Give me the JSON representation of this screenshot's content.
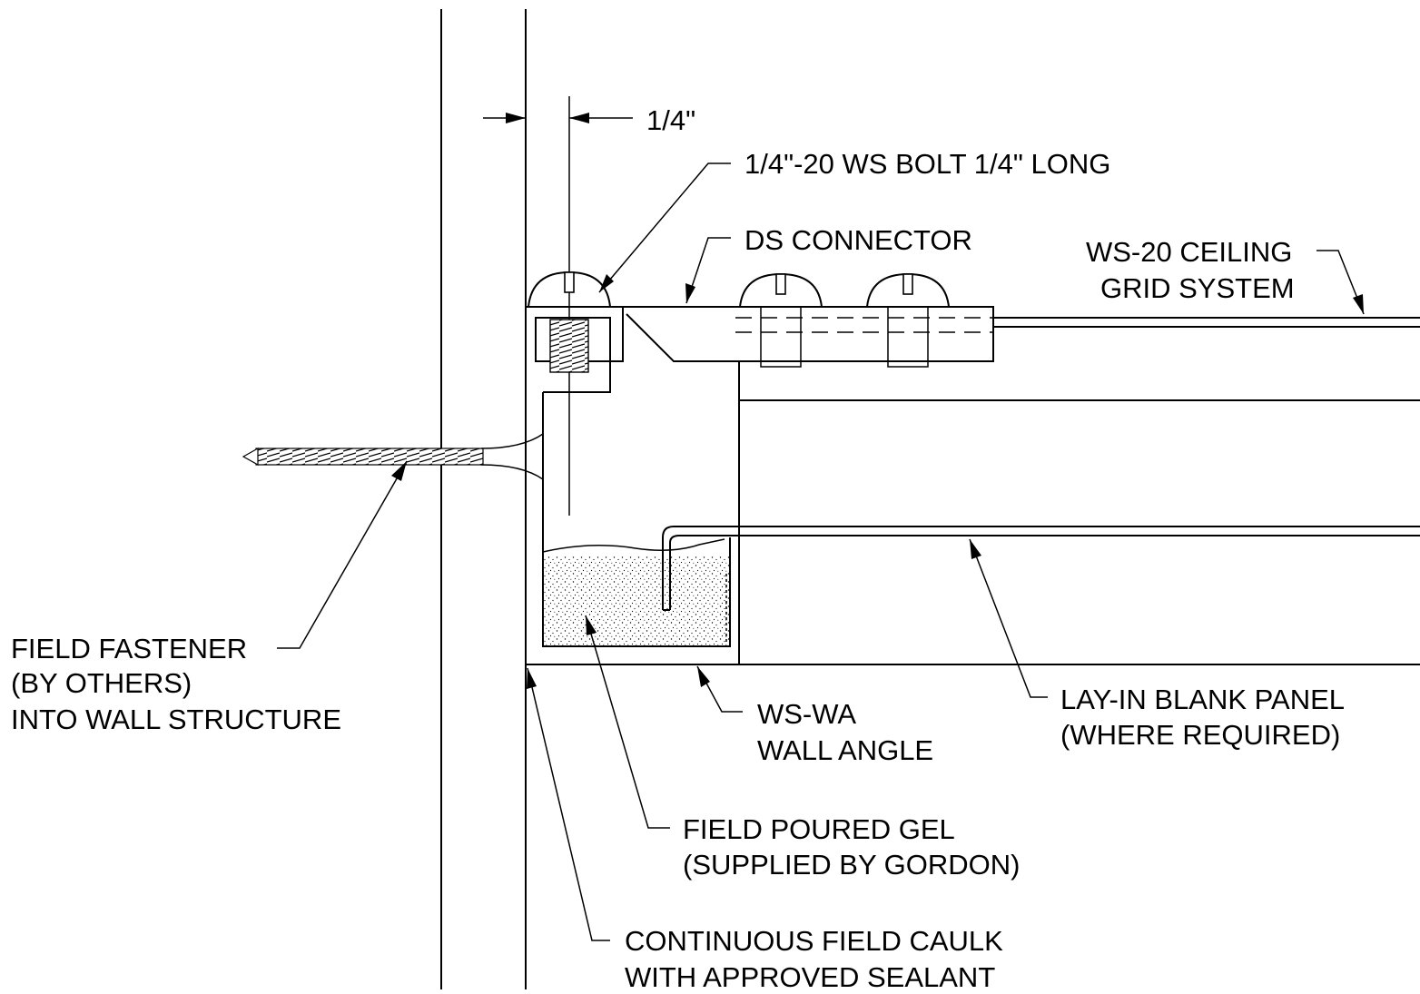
{
  "drawing": {
    "dimension": "1/4\"",
    "labels": {
      "bolt": "1/4\"-20 WS BOLT 1/4\" LONG",
      "connector": "DS CONNECTOR",
      "grid_line1": "WS-20 CEILING",
      "grid_line2": "GRID SYSTEM",
      "fastener_line1": "FIELD FASTENER",
      "fastener_line2": "(BY OTHERS)",
      "fastener_line3": "INTO WALL STRUCTURE",
      "wall_angle_line1": "WS-WA",
      "wall_angle_line2": "WALL ANGLE",
      "panel_line1": "LAY-IN BLANK PANEL",
      "panel_line2": "(WHERE REQUIRED)",
      "gel_line1": "FIELD POURED GEL",
      "gel_line2": "(SUPPLIED BY GORDON)",
      "caulk_line1": "CONTINUOUS FIELD CAULK",
      "caulk_line2": "WITH APPROVED SEALANT"
    }
  }
}
